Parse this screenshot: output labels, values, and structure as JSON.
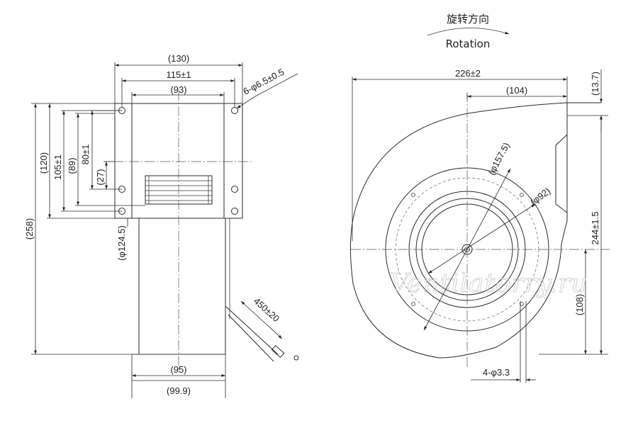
{
  "rotation": {
    "zh": "旋转方向",
    "en": "Rotation"
  },
  "side_view": {
    "dim_width_overall": "(130)",
    "dim_holes_spacing": "115±1",
    "dim_body_width": "(93)",
    "dim_hole_spec": "6-φ6.5±0.5",
    "dim_total_height": "(258)",
    "dim_flange_height": "(120)",
    "dim_hole_v_outer": "105±1",
    "dim_inlet_height": "(89)",
    "dim_hole_v_inner": "80±1",
    "dim_offset": "(27)",
    "dim_motor_dia": "(φ124.5)",
    "dim_cable_length": "450±20",
    "dim_motor_width": "(95)",
    "dim_base_width": "(99.9)"
  },
  "front_view": {
    "dim_overall_width": "226±2",
    "dim_half_width": "(104)",
    "dim_outlet_top": "(13.7)",
    "dim_outer_dia": "(φ157.5)",
    "dim_inlet_dia": "(φ92)",
    "dim_height": "244±1.5",
    "dim_lower": "(108)",
    "dim_hole_spec": "4-φ3.3"
  },
  "watermark": "Ventilatorry.ru"
}
